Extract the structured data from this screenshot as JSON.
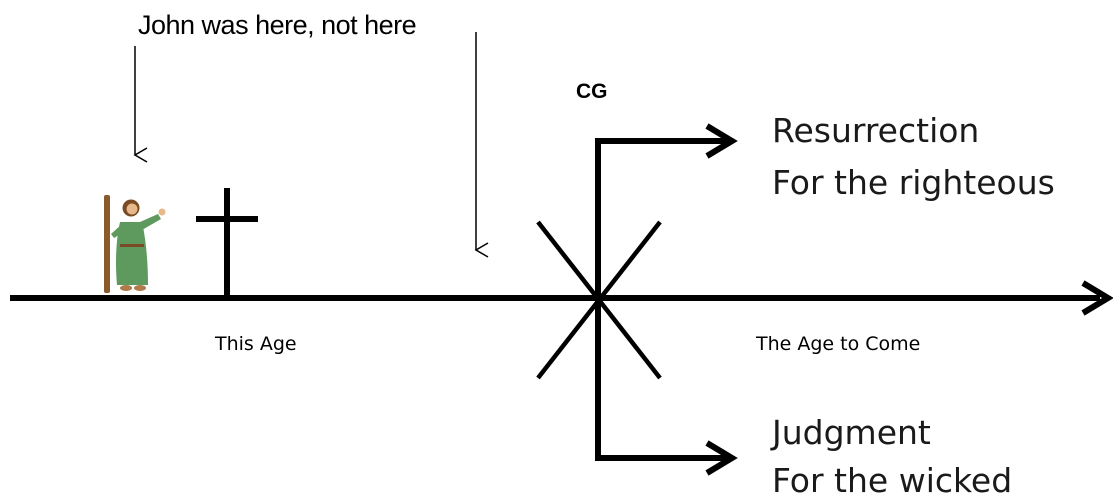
{
  "annotation": {
    "text": "John was here, not here"
  },
  "crossroads": {
    "label": "CG"
  },
  "ages": {
    "this_age": "This Age",
    "age_to_come": "The Age to Come"
  },
  "outcomes": {
    "upper": {
      "line1": "Resurrection",
      "line2": "For the righteous"
    },
    "lower": {
      "line1": "Judgment",
      "line2": "For the wicked"
    }
  },
  "figure": {
    "icon": "john-figure-icon",
    "robe_color": "#5e9a5e",
    "staff_color": "#8b5a2b"
  },
  "cross": {
    "icon": "cross-icon"
  },
  "colors": {
    "line": "#000000",
    "background": "#ffffff"
  }
}
